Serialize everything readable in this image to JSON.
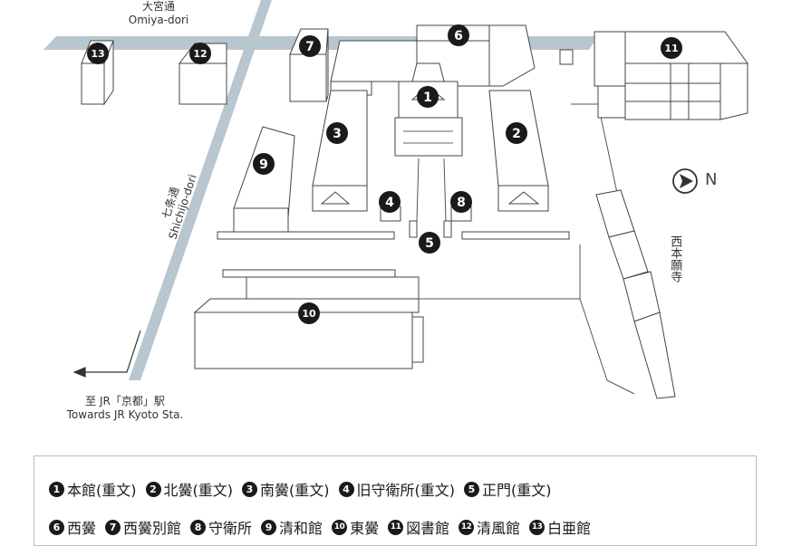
{
  "map": {
    "streets": {
      "omiya": {
        "ja": "大宮通",
        "en": "Omiya-dori"
      },
      "shichijo": {
        "ja": "七条通",
        "en": "Shichijo-dori"
      }
    },
    "temple_label": "西本願寺",
    "north_label": "N",
    "direction": {
      "ja": "至 JR「京都」駅",
      "en": "Towards JR Kyoto Sta."
    },
    "markers": [
      {
        "num": "1",
        "id": "honkan"
      },
      {
        "num": "2",
        "id": "minami-yoku"
      },
      {
        "num": "3",
        "id": "minami-yoku-3"
      },
      {
        "num": "4",
        "id": "old-guardhouse"
      },
      {
        "num": "5",
        "id": "main-gate"
      },
      {
        "num": "6",
        "id": "nishi-yoku"
      },
      {
        "num": "7",
        "id": "nishi-yoku-annex"
      },
      {
        "num": "8",
        "id": "guardhouse"
      },
      {
        "num": "9",
        "id": "seiwakan"
      },
      {
        "num": "10",
        "id": "higashi-yoku"
      },
      {
        "num": "11",
        "id": "library"
      },
      {
        "num": "12",
        "id": "seifukan"
      },
      {
        "num": "13",
        "id": "hakuakan"
      }
    ]
  },
  "legend": {
    "row1": [
      {
        "num": "1",
        "text": "本館(重文)"
      },
      {
        "num": "2",
        "text": "北黌(重文)"
      },
      {
        "num": "3",
        "text": "南黌(重文)"
      },
      {
        "num": "4",
        "text": "旧守衛所(重文)"
      },
      {
        "num": "5",
        "text": "正門(重文)"
      }
    ],
    "row2": [
      {
        "num": "6",
        "text": "西黌"
      },
      {
        "num": "7",
        "text": "西黌別館"
      },
      {
        "num": "8",
        "text": "守衛所"
      },
      {
        "num": "9",
        "text": "清和館"
      },
      {
        "num": "10",
        "text": "東黌"
      },
      {
        "num": "11",
        "text": "図書館"
      },
      {
        "num": "12",
        "text": "清風館"
      },
      {
        "num": "13",
        "text": "白亜館"
      }
    ]
  }
}
